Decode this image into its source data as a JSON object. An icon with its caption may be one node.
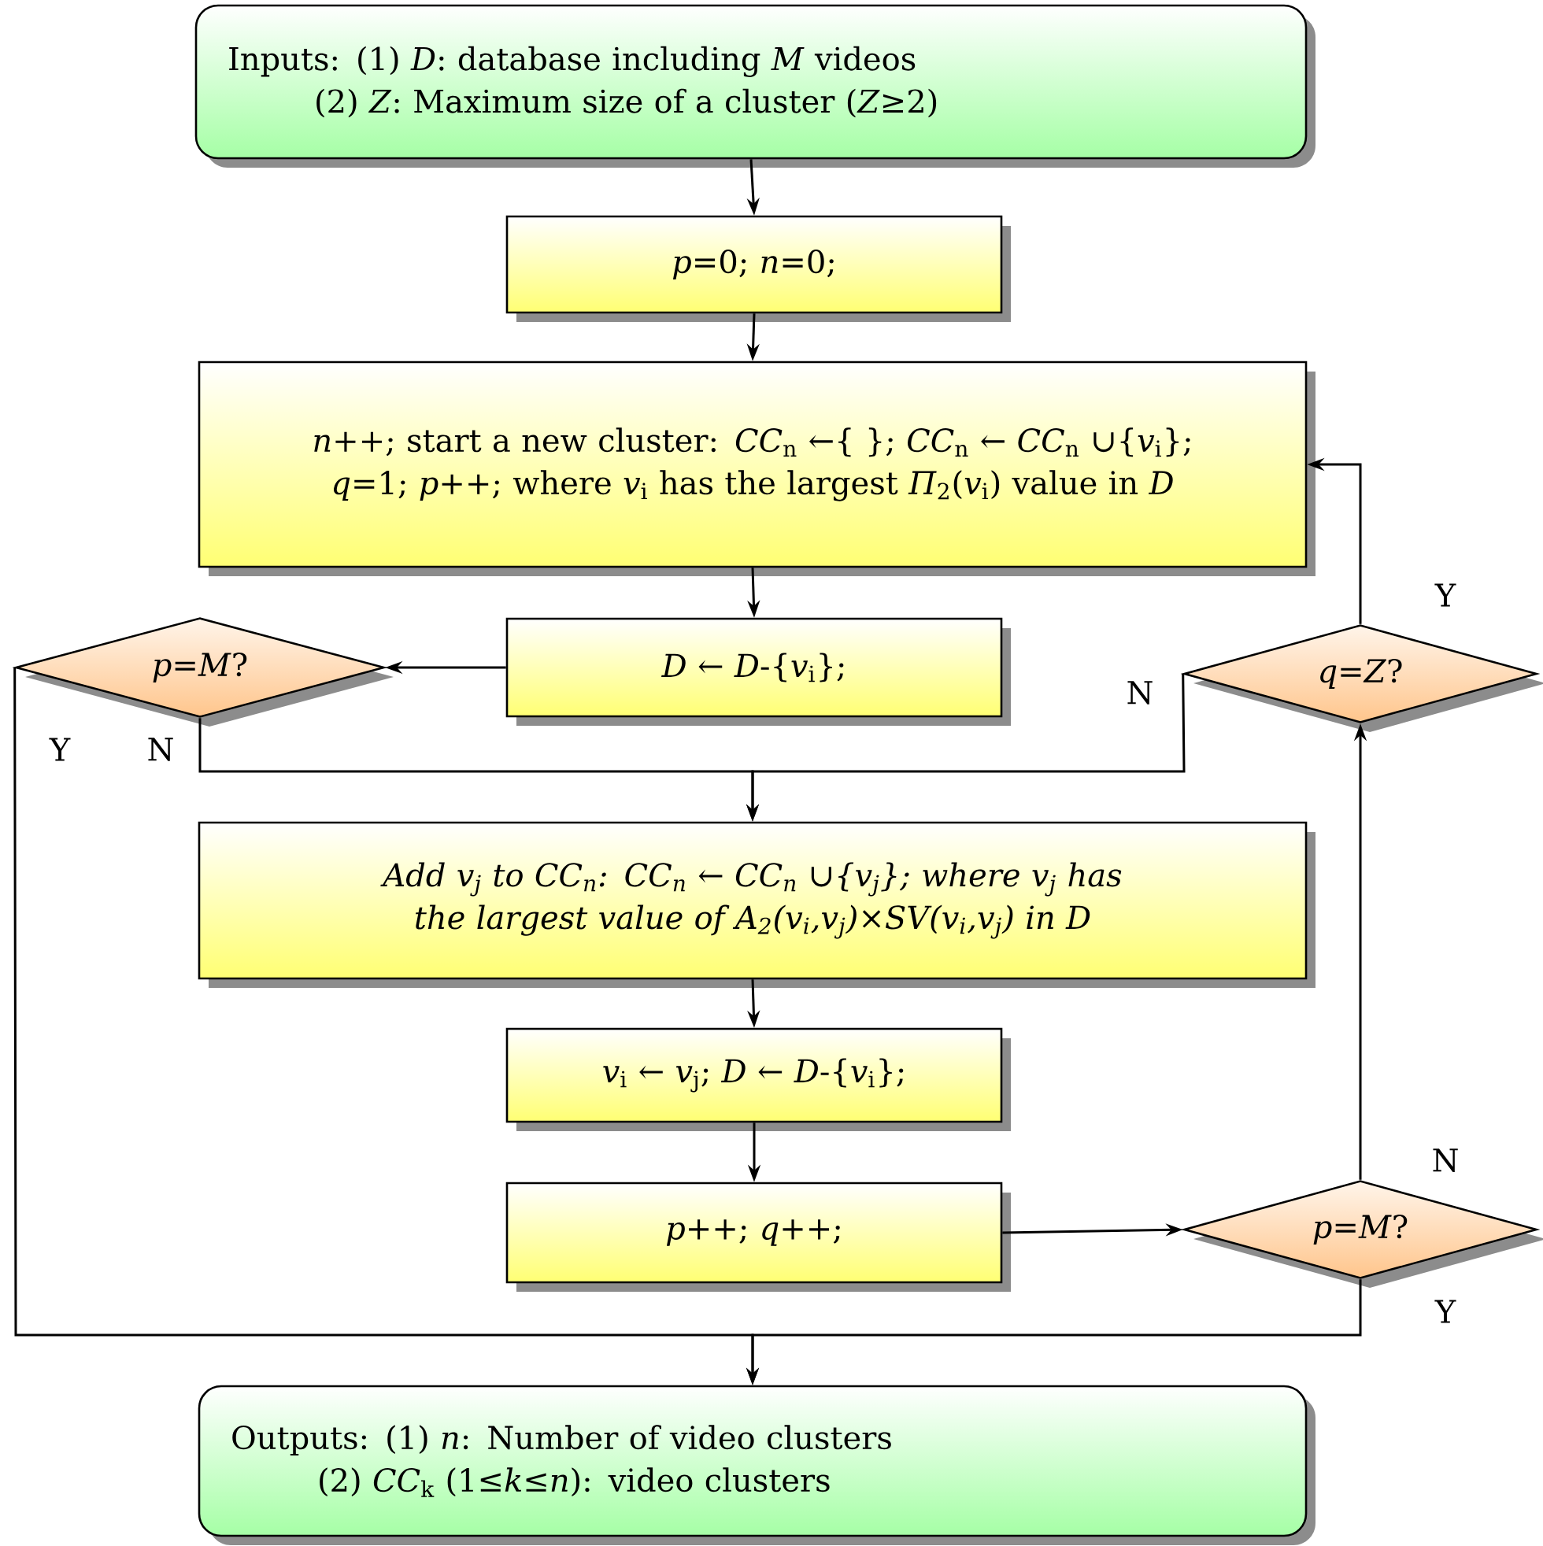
{
  "diagram": {
    "nodes": [
      {
        "text": [
          "Inputs: (1) *D*: database including *M* videos",
          "(2) *Z*: Maximum size of a cluster (*Z*≥2)"
        ]
      },
      {
        "text": [
          "*p*=0; *n*=0;"
        ]
      },
      {
        "text": [
          "*n*++; start a new cluster: *CC*$_{n}$ ←{ }; *CC*$_{n}$ ← *CC*$_{n}$ ∪{*v*$_{i}$}; *q*=1; *p*++; where *v*$_{i}$ has the largest *Π*$_{2}$(*v*$_{i}$) value in *D*"
        ]
      },
      {
        "text": [
          "*D* ← *D*-{*v*$_{i}$};"
        ]
      },
      {
        "text": [
          "*p*=*M*?"
        ]
      },
      {
        "text": [
          "*q*=*Z*?"
        ]
      },
      {
        "text": [
          "Add v$_{j}$ to CC$_{n}$: CC$_{n}$ ← CC$_{n}$ ∪{v$_{j}$}; where v$_{j}$ has the largest value of A$_{2}$(v$_{i}$,v$_{j}$)×SV(v$_{i}$,v$_{j}$) in D"
        ]
      },
      {
        "text": [
          "*v*$_{i}$ ← *v*$_{j}$; *D* ← *D*-{*v*$_{i}$};"
        ]
      },
      {
        "text": [
          "*p*++; *q*++;"
        ]
      },
      {
        "text": [
          "*p*=*M*?"
        ]
      },
      {
        "text": [
          "Outputs: (1) *n*: Number of video clusters",
          "(2) *CC*$_{k}$ (1≤*k*≤*n*): video clusters"
        ]
      }
    ],
    "edges": [
      {
        "from": 0,
        "to": 1,
        "arrow": "to"
      },
      {
        "from": 1,
        "to": 2,
        "arrow": "to"
      },
      {
        "from": 2,
        "to": 3,
        "arrow": "to"
      },
      {
        "from": 3,
        "to": 4,
        "arrow": "to"
      },
      {
        "from": 4,
        "to": 6,
        "arrow": "to",
        "label": "N"
      },
      {
        "from": 4,
        "to": 10,
        "arrow": "to",
        "label": "Y"
      },
      {
        "from": 5,
        "to": 2,
        "arrow": "to",
        "label": "Y"
      },
      {
        "from": 5,
        "to": 6,
        "arrow": "to",
        "label": "N"
      },
      {
        "from": 6,
        "to": 7,
        "arrow": "to"
      },
      {
        "from": 7,
        "to": 8,
        "arrow": "to"
      },
      {
        "from": 8,
        "to": 9,
        "arrow": "to"
      },
      {
        "from": 9,
        "to": 5,
        "arrow": "to",
        "label": "N"
      },
      {
        "from": 9,
        "to": 10,
        "arrow": "to",
        "label": "Y"
      }
    ]
  }
}
